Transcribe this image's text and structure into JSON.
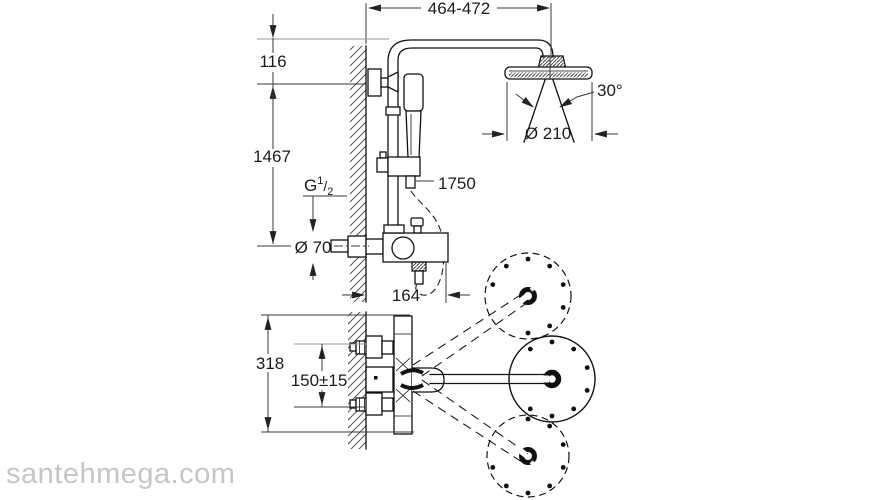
{
  "dimensions": {
    "top_width": "464-472",
    "wall_bracket_offset": "116",
    "riser_height": "1467",
    "thread": {
      "letter": "G",
      "numerator": "1",
      "slash": "/",
      "denominator": "2"
    },
    "escutcheon_diameter": "Ø 70",
    "hose_length": "1750",
    "projection": "164",
    "spray_angle": "30°",
    "head_diameter": "Ø 210",
    "mounting_plate_height": "318",
    "connection_spacing": "150±15"
  },
  "watermark": "santehmega.com",
  "colors": {
    "line": "#111111",
    "dimension": "#3a3a3a",
    "watermark": "#c6c6c6",
    "background": "#ffffff"
  }
}
